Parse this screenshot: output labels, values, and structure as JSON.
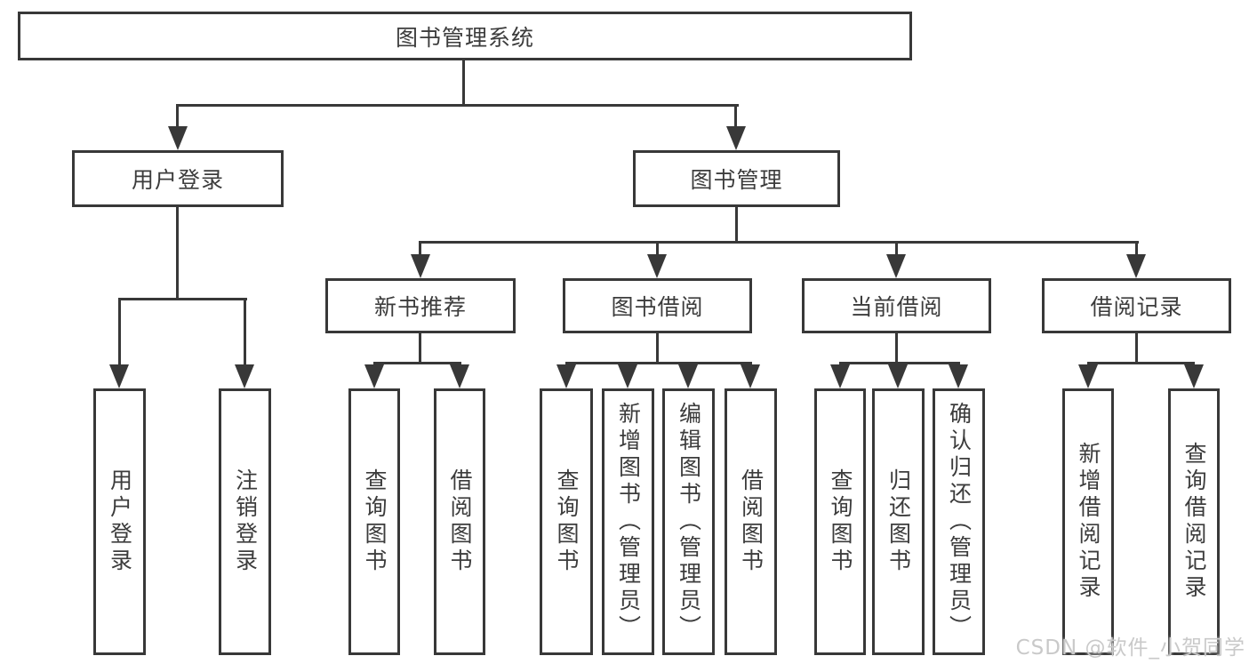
{
  "tree": {
    "label": "图书管理系统",
    "children": [
      {
        "label": "用户登录",
        "children": [
          {
            "label": "用户登录"
          },
          {
            "label": "注销登录"
          }
        ]
      },
      {
        "label": "图书管理",
        "children": [
          {
            "label": "新书推荐",
            "children": [
              {
                "label": "查询图书"
              },
              {
                "label": "借阅图书"
              }
            ]
          },
          {
            "label": "图书借阅",
            "children": [
              {
                "label": "查询图书"
              },
              {
                "label": "新增图书（管理员）"
              },
              {
                "label": "编辑图书（管理员）"
              },
              {
                "label": "借阅图书"
              }
            ]
          },
          {
            "label": "当前借阅",
            "children": [
              {
                "label": "查询图书"
              },
              {
                "label": "归还图书"
              },
              {
                "label": "确认归还（管理员）"
              }
            ]
          },
          {
            "label": "借阅记录",
            "children": [
              {
                "label": "新增借阅记录"
              },
              {
                "label": "查询借阅记录"
              }
            ]
          }
        ]
      }
    ]
  },
  "watermark": {
    "text": "CSDN @软件_小贺同学"
  },
  "colors": {
    "line": "#383838",
    "box_border": "#383838",
    "text": "#3c3c3c",
    "background": "#ffffff",
    "watermark_text": "#c9c9c9"
  }
}
